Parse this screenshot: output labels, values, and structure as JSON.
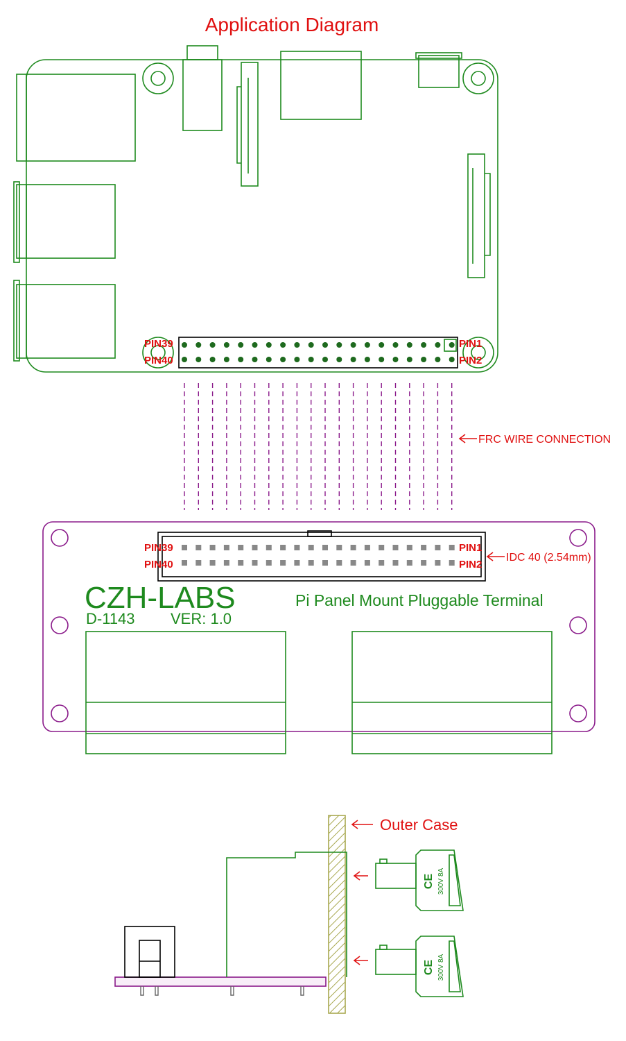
{
  "title": "Application Diagram",
  "colors": {
    "pi_board": "#1e8a1e",
    "terminal_board": "#8a1a8a",
    "annotation": "#e01010",
    "outline": "#000000",
    "pin_dark": "#1e6a1e",
    "pin_grey": "#888888",
    "case_hatch": "#a8a850"
  },
  "pi_header": {
    "pin39": "PIN39",
    "pin40": "PIN40",
    "pin1": "PIN1",
    "pin2": "PIN2"
  },
  "frc_label": "FRC WIRE CONNECTION",
  "terminal": {
    "pin39": "PIN39",
    "pin40": "PIN40",
    "pin1": "PIN1",
    "pin2": "PIN2",
    "idc_label": "IDC 40 (2.54mm)",
    "brand": "CZH-LABS",
    "model": "D-1143",
    "version": "VER: 1.0",
    "description": "Pi Panel Mount Pluggable Terminal"
  },
  "side_view": {
    "outer_case_label": "Outer Case",
    "plug_mark": "CE",
    "plug_rating": "300V 8A"
  }
}
